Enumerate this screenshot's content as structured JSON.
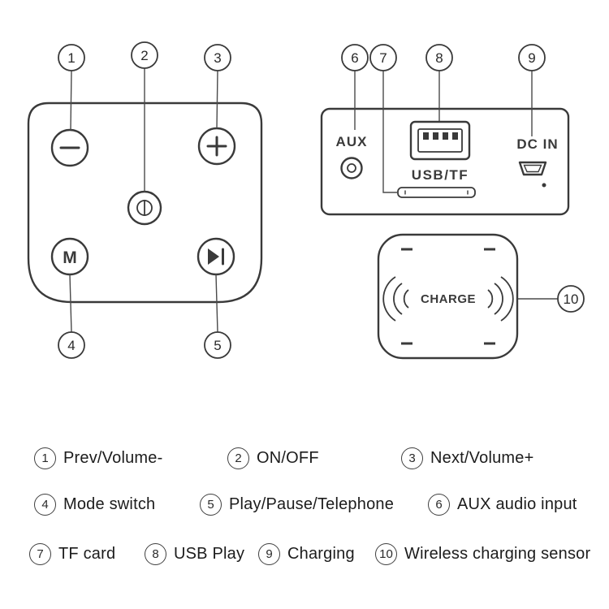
{
  "device_face": {
    "mode_button_label": "M"
  },
  "ports_panel": {
    "aux_label": "AUX",
    "usb_label": "USB/TF",
    "dc_label": "DC IN"
  },
  "charge_pad": {
    "label": "CHARGE"
  },
  "legend": {
    "items": [
      {
        "num": "1",
        "label": "Prev/Volume-"
      },
      {
        "num": "2",
        "label": "ON/OFF"
      },
      {
        "num": "3",
        "label": "Next/Volume+"
      },
      {
        "num": "4",
        "label": "Mode switch"
      },
      {
        "num": "5",
        "label": "Play/Pause/Telephone"
      },
      {
        "num": "6",
        "label": "AUX audio input"
      },
      {
        "num": "7",
        "label": "TF card"
      },
      {
        "num": "8",
        "label": "USB Play"
      },
      {
        "num": "9",
        "label": "Charging"
      },
      {
        "num": "10",
        "label": "Wireless charging sensor"
      }
    ]
  },
  "colors": {
    "line": "#3a3a3a",
    "text": "#1c1c1c",
    "background": "#ffffff"
  }
}
